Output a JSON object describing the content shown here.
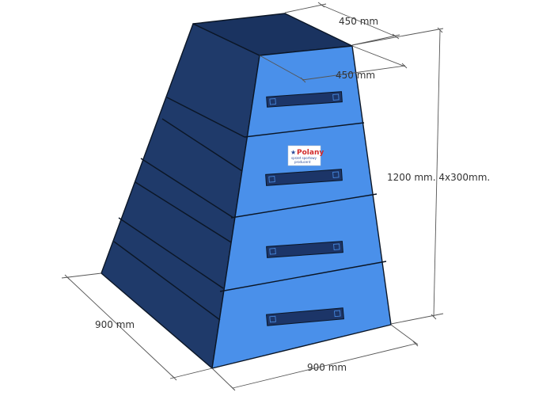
{
  "dimensions": {
    "top_width": "450 mm",
    "top_depth": "450 mm",
    "height": "1200 mm. 4x300mm.",
    "base_depth": "900 mm",
    "base_width": "900 mm"
  },
  "logo": {
    "brand": "Polany",
    "subtitle": "sprzet sportowy",
    "tagline": "producent"
  },
  "colors": {
    "front_face": "#4a90ea",
    "side_face": "#1f3a6a",
    "top_face": "#1a3360",
    "handle": "#1c3568",
    "outline": "#0b1626"
  },
  "segments": 4
}
